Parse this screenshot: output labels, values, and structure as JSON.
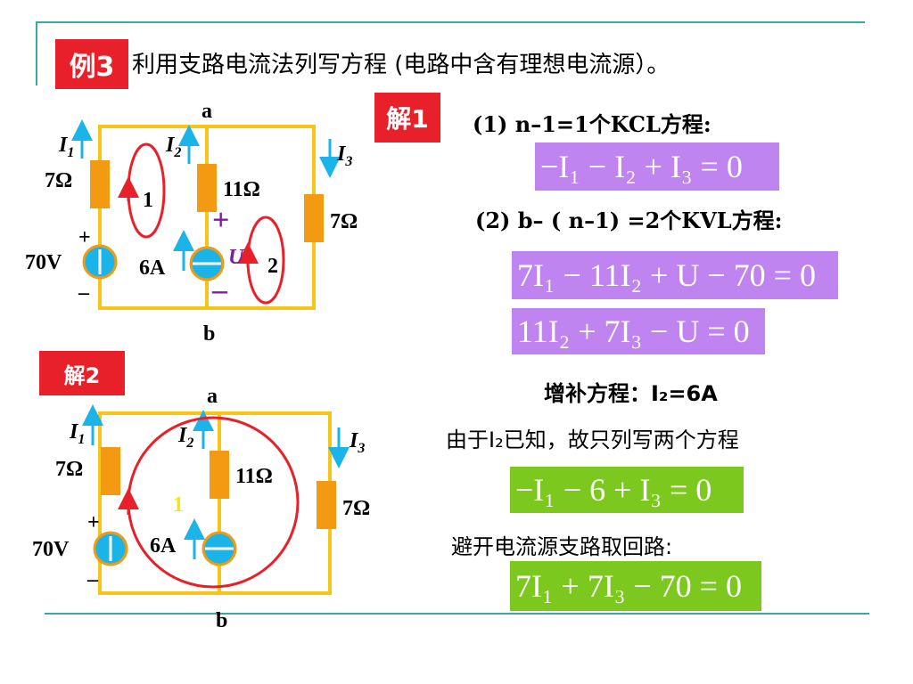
{
  "header": {
    "example_tag": "例3",
    "title": "利用支路电流法列写方程 (电路中含有理想电流源）。"
  },
  "solution1": {
    "tag": "解1",
    "step1": "(1)  n–1=1个KCL方程:",
    "eq_kcl": "−I₁ − I₂ + I₃ = 0",
    "step2": "(2)  b– ( n–1) =2个KVL方程:",
    "eq_kvl1": "7I₁ − 11I₂ + U − 70 = 0",
    "eq_kvl2": "11I₂ + 7I₃ − U = 0",
    "supplement": "增补方程：I₂=6A"
  },
  "solution2": {
    "tag": "解2",
    "note1": "由于I₂已知，故只列写两个方程",
    "eq_kcl": "−I₁ − 6 + I₃ = 0",
    "note2": "避开电流源支路取回路:",
    "eq_kvl": "7I₁ + 7I₃ − 70 = 0"
  },
  "circuit1": {
    "node_top": "a",
    "node_bottom": "b",
    "i1": "I",
    "i1_sub": "1",
    "i2": "I",
    "i2_sub": "2",
    "i3": "I",
    "i3_sub": "3",
    "r1": "7Ω",
    "r2": "11Ω",
    "r3": "7Ω",
    "voltage_source": "70V",
    "plus": "+",
    "minus": "–",
    "current_source": "6A",
    "u_label": "U",
    "u_plus": "+",
    "u_minus": "–",
    "loop1": "1",
    "loop2": "2"
  },
  "circuit2": {
    "node_top": "a",
    "node_bottom": "b",
    "i1": "I",
    "i1_sub": "1",
    "i2": "I",
    "i2_sub": "2",
    "i3": "I",
    "i3_sub": "3",
    "r1": "7Ω",
    "r2": "11Ω",
    "r3": "7Ω",
    "voltage_source": "70V",
    "plus": "+",
    "minus": "–",
    "current_source": "6A",
    "loop1": "1"
  },
  "colors": {
    "wire": "#f5c518",
    "resistor": "#f39a12",
    "source": "#1ab4e8",
    "loop": "#e8202a",
    "tag": "#e8202a",
    "eq_purple": "#c084f0",
    "eq_green": "#7dc81e",
    "frame_line": "#3aa6a6"
  }
}
